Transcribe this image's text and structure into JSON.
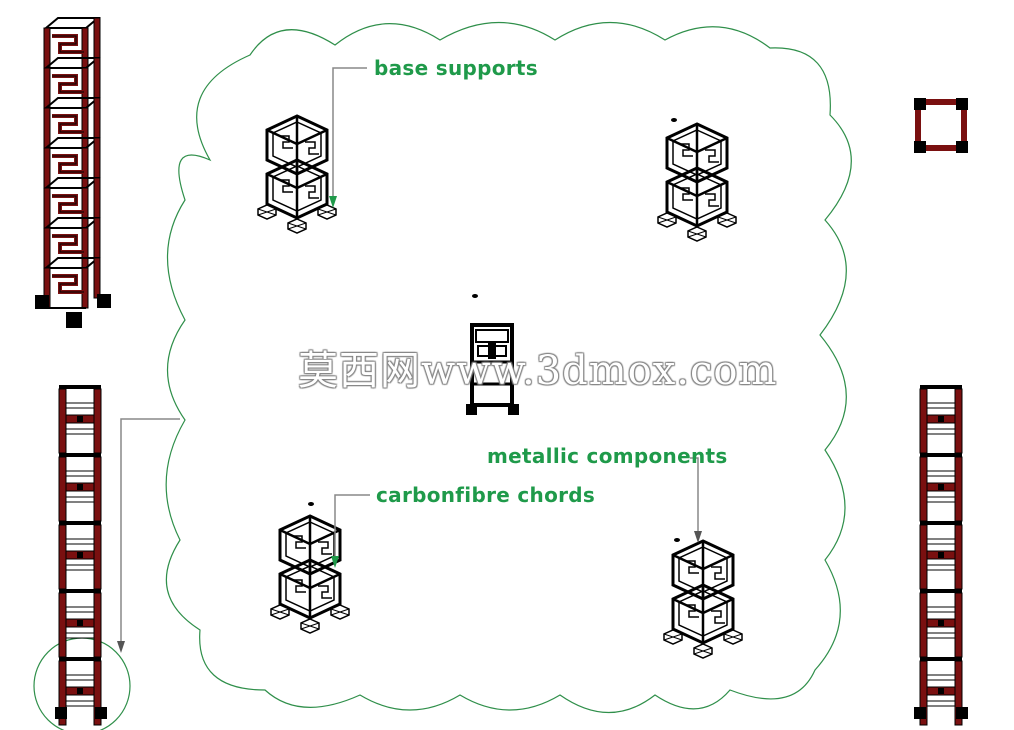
{
  "labels": {
    "base_supports": "base supports",
    "carbonfibre_chords": "carbonfibre chords",
    "metallic_components": "metallic components"
  },
  "watermark": "莫西网www.3dmox.com",
  "colors": {
    "cloud_outline": "#2f8f4a",
    "label_text": "#1f9a4a",
    "leader_line": "#888888",
    "chord_red": "#7a1010",
    "structure_black": "#000000"
  }
}
